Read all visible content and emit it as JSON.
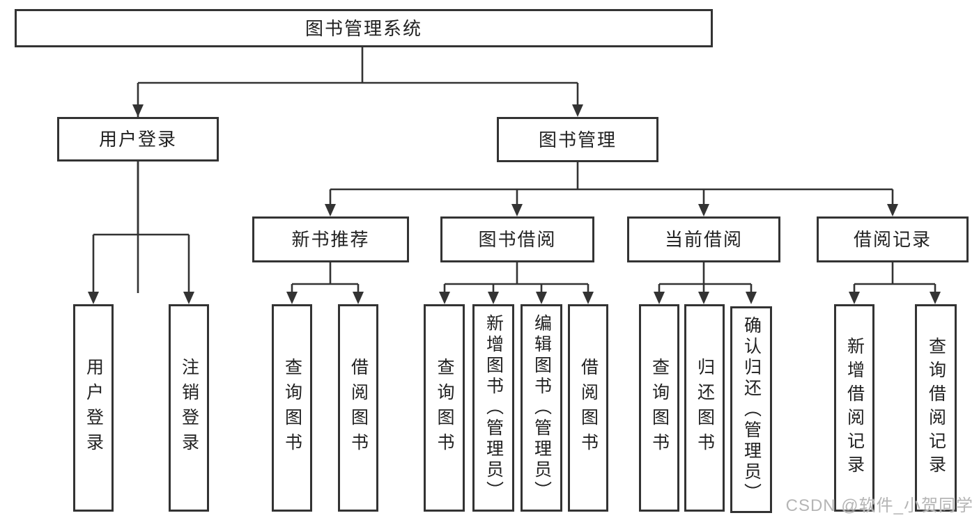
{
  "colors": {
    "line": "#333333",
    "border": "#333333",
    "text": "#212121",
    "watermark": "#b5b5b5"
  },
  "watermark": "CSDN @软件_小贺同学",
  "nodes": {
    "root": "图书管理系统",
    "user_login": "用户登录",
    "book_management": "图书管理",
    "new_book_recommend": "新书推荐",
    "book_borrowing": "图书借阅",
    "current_borrowing": "当前借阅",
    "borrowing_records": "借阅记录",
    "leaf_user_login": "用户登录",
    "leaf_logout": "注销登录",
    "leaf_query_books_recommend": "查询图书",
    "leaf_borrow_books_recommend": "借阅图书",
    "leaf_query_books_borrowing": "查询图书",
    "leaf_add_books_admin": "新增图书（管理员）",
    "leaf_edit_books_admin": "编辑图书（管理员）",
    "leaf_borrow_books_borrowing": "借阅图书",
    "leaf_query_books_current": "查询图书",
    "leaf_return_books": "归还图书",
    "leaf_confirm_return_admin": "确认归还（管理员）",
    "leaf_add_borrow_record": "新增借阅记录",
    "leaf_query_borrow_record": "查询借阅记录"
  }
}
